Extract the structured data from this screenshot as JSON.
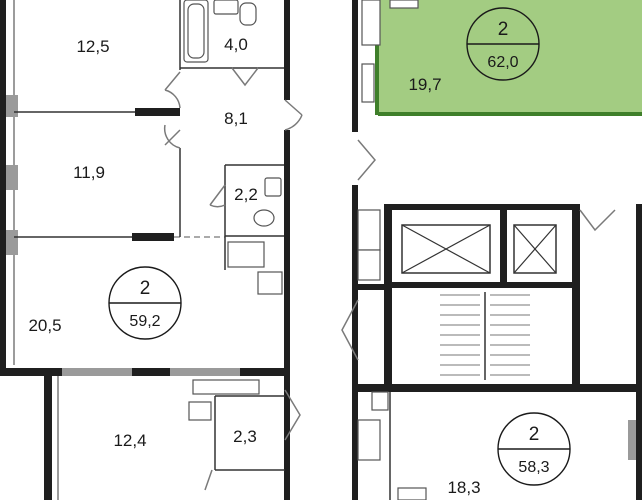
{
  "apartments": [
    {
      "id": "apt-left-middle",
      "rooms": "2",
      "total_area": "59,2",
      "areas": [
        "12,5",
        "4,0",
        "8,1",
        "11,9",
        "2,2",
        "20,5"
      ]
    },
    {
      "id": "apt-top-right",
      "rooms": "2",
      "total_area": "62,0",
      "highlighted": true,
      "highlight_color": "#a3cc82",
      "areas": [
        "19,7"
      ]
    },
    {
      "id": "apt-bottom-right",
      "rooms": "2",
      "total_area": "58,3",
      "areas": [
        "18,3"
      ]
    },
    {
      "id": "apt-bottom-left",
      "areas": [
        "12,4",
        "2,3"
      ]
    }
  ],
  "colors": {
    "wall": "#1f1f1f",
    "highlight_fill": "#a3cc82",
    "highlight_wall": "#3f7f2a"
  }
}
